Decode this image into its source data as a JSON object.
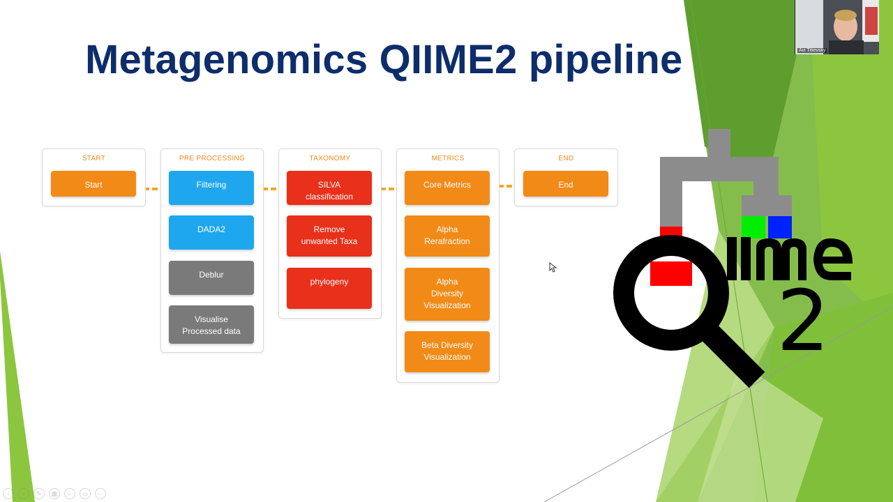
{
  "slide": {
    "title": "Metagenomics QIIME2 pipeline"
  },
  "pipeline": {
    "columns": [
      {
        "header": "START",
        "boxes": [
          {
            "label": "Start",
            "color": "#f28a17"
          }
        ]
      },
      {
        "header": "PRE PROCESSING",
        "boxes": [
          {
            "label": "Filtering",
            "color": "#1ea7ee"
          },
          {
            "label": "DADA2",
            "color": "#1ea7ee"
          },
          {
            "label": "Deblur",
            "color": "#7a7a7a"
          },
          {
            "label": "Visualise\nProcessed data",
            "color": "#7a7a7a"
          }
        ]
      },
      {
        "header": "TAXONOMY",
        "boxes": [
          {
            "label": "SILVA\nclassification",
            "color": "#e8301a"
          },
          {
            "label": "Remove\nunwanted Taxa",
            "color": "#e8301a"
          },
          {
            "label": "phylogeny",
            "color": "#e8301a"
          }
        ]
      },
      {
        "header": "METRICS",
        "boxes": [
          {
            "label": "Core Metrics",
            "color": "#f28a17"
          },
          {
            "label": "Alpha\nRerafraction",
            "color": "#f28a17"
          },
          {
            "label": "Alpha\nDiversity\nVisualization",
            "color": "#f28a17"
          },
          {
            "label": "Beta Diversity\nVisualization",
            "color": "#f28a17"
          }
        ]
      },
      {
        "header": "END",
        "boxes": [
          {
            "label": "End",
            "color": "#f28a17"
          }
        ]
      }
    ],
    "connector_color": "#f5a623"
  },
  "logo": {
    "colors": {
      "grey": "#8c8c8c",
      "red": "#ff0000",
      "green": "#00ee00",
      "blue": "#0022ff",
      "black": "#000000"
    }
  },
  "webcam": {
    "participant_name": "Avi Titievsky"
  },
  "theme": {
    "title_color": "#0d2d6b",
    "green_light": "#8cc63f",
    "green_dark": "#5e9e2e"
  },
  "toolbar": {
    "icons": [
      "prev-icon",
      "next-icon",
      "pen-icon",
      "slides-icon",
      "zoom-icon",
      "screen-icon",
      "more-icon"
    ]
  }
}
